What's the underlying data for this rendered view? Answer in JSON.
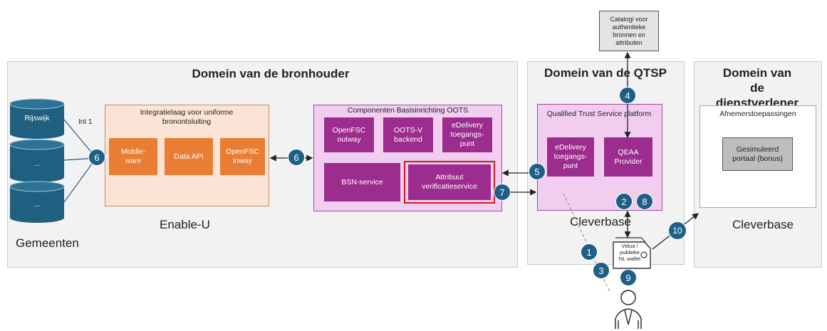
{
  "domains": {
    "bronhouder": {
      "title": "Domein van de bronhouder"
    },
    "qtsp": {
      "title": "Domein van de QTSP"
    },
    "dienstverlener": {
      "title": "Domein van de dienstverlener"
    }
  },
  "databases": [
    "Rijswijk",
    "...",
    "..."
  ],
  "int_label": "Int 1",
  "gemeenten_label": "Gemeenten",
  "integratielaag": {
    "title": "Integratielaag voor uniforme bronontsluiting",
    "boxes": [
      "Middle-ware",
      "Data API",
      "OpenFSC inway"
    ],
    "caption": "Enable-U"
  },
  "componenten": {
    "title": "Componenten Basisinrichting OOTS",
    "top_boxes": [
      "OpenFSC outway",
      "OOTS-V backend",
      "eDelivery toegangs-punt"
    ],
    "bsn": "BSN-service",
    "attribuut": "Attribuut verificatieservice"
  },
  "qtsp_platform": {
    "title": "Qualified Trust Service platform",
    "boxes": [
      "eDelivery toegangs-punt",
      "QEAA Provider"
    ],
    "caption": "Cleverbase"
  },
  "catalog": "Catalogi voor authentieke bronnen en attributen",
  "afnemer": {
    "title": "Afnemerstoepassingen",
    "portal": "Gesimuleerd portaal (bonus)",
    "caption": "Cleverbase"
  },
  "wallet": "Vidua / publieke NL wallet",
  "badges": [
    "6",
    "6",
    "5",
    "7",
    "4",
    "2",
    "8",
    "10",
    "1",
    "3",
    "9"
  ],
  "colors": {
    "orange": "#e97d33",
    "purple": "#9c2c8e",
    "badge": "#1e5f86",
    "highlight": "#d11b1b",
    "db": "#1f5f7f"
  }
}
